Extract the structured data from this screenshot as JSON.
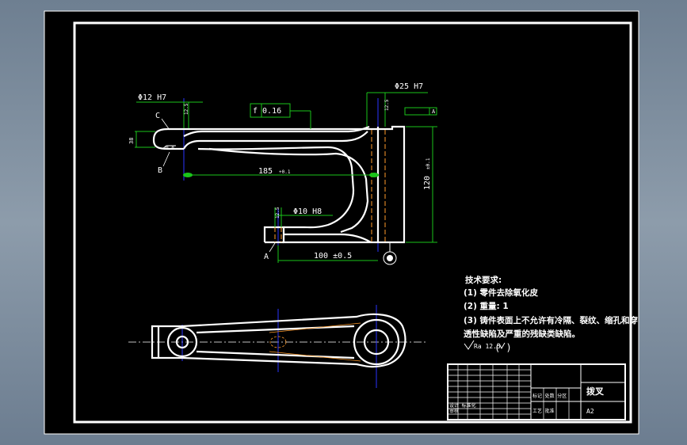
{
  "dimensions": {
    "d_small_bore": "Φ12 H7",
    "d_large_bore": "Φ25 H7",
    "d_lug_bore": "Φ10 H8",
    "center_distance": "185",
    "center_distance_tol": "+0.1",
    "height": "120",
    "height_tol": "±0.1",
    "lug_offset": "100 ±0.5",
    "flatness": "f 0.16",
    "thickness": "38",
    "small_hole_pos": "12.5",
    "boss_pos": "12.5",
    "lug_pos": "12.5",
    "roughness_label": "0.8"
  },
  "labels": {
    "point_c": "C",
    "point_b": "B",
    "point_a": "A",
    "datum_a": "A"
  },
  "notes": {
    "heading": "技术要求:",
    "item1": "(1) 零件去除氧化皮",
    "item2": "(2) 重量: 1",
    "item3": "(3) 铸件表面上不允许有冷隔、裂纹、缩孔和穿",
    "item3b": "透性缺陷及严重的残缺类缺陷。",
    "roughness": "Ra 12.5",
    "roughness_bracket": "(  )"
  },
  "title_block": {
    "part_name": "拨叉",
    "scale": "A2",
    "row_a": "标记 处数 分区",
    "row_b": "设计 标准化",
    "row_c": "审核",
    "row_d": "工艺 批准"
  },
  "colors": {
    "background": "#000000",
    "geometry": "#ffffff",
    "centerline": "#2a35ff",
    "hidden": "#ff9a2a",
    "dimension": "#1ac41a",
    "frame": "#ffffff"
  }
}
